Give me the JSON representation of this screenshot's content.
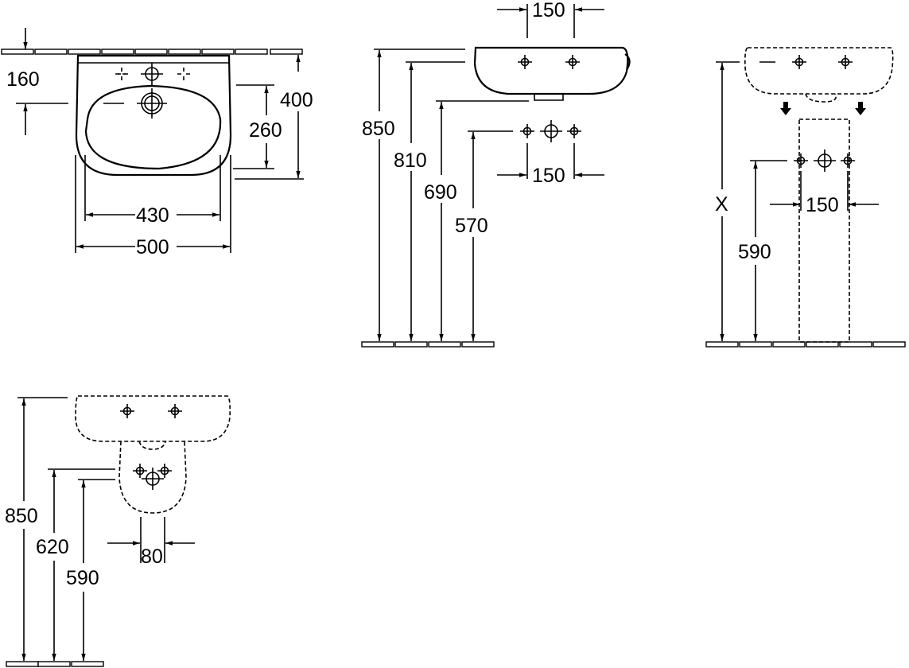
{
  "views": {
    "plan": {
      "dim_depth_offset": "160",
      "dim_depth": "400",
      "dim_bowl_depth": "260",
      "dim_bowl_width": "430",
      "dim_width": "500"
    },
    "side": {
      "dim_top_height": "850",
      "dim_rim_height": "810",
      "dim_siphon_height": "690",
      "dim_supply_height": "570",
      "dim_tap_spacing_top": "150",
      "dim_supply_spacing": "150"
    },
    "pedestal": {
      "dim_height_variable": "X",
      "dim_supply_height": "590",
      "dim_supply_spacing": "150"
    },
    "semi_pedestal": {
      "dim_top_height": "850",
      "dim_outlet_height": "620",
      "dim_supply_height": "590",
      "dim_trap_spacing": "80"
    }
  }
}
